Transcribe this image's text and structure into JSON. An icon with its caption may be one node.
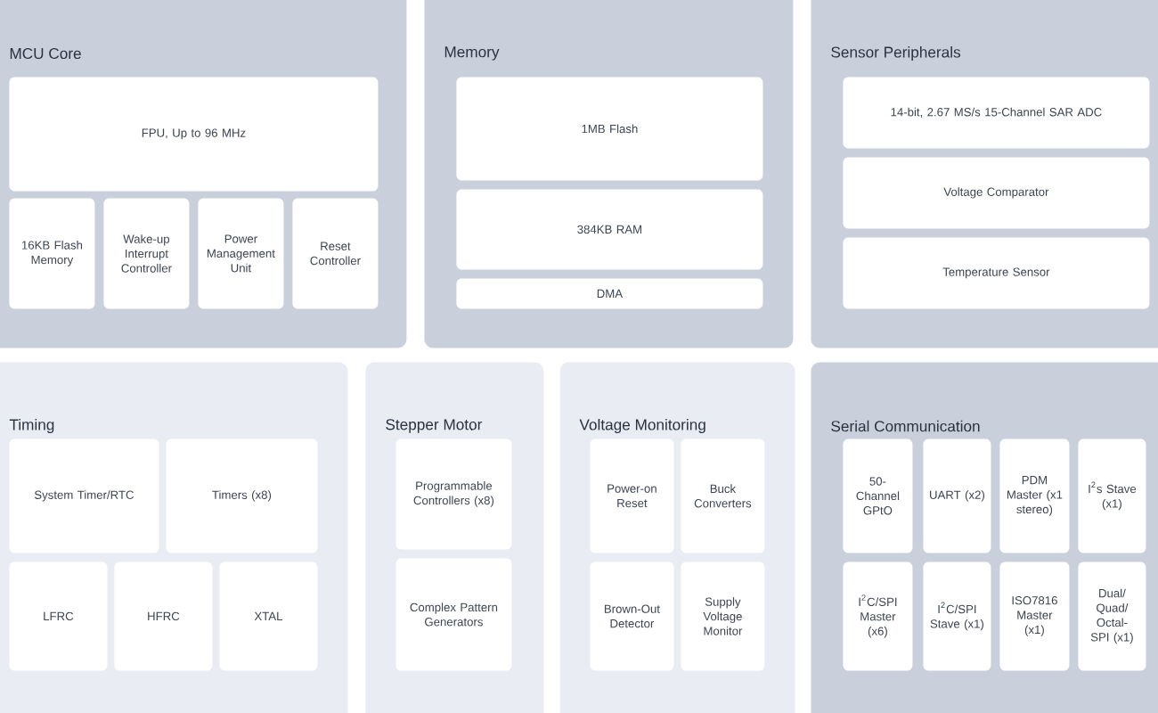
{
  "diagram": {
    "nodes": [
      {
        "text": [
          "MCU Core"
        ]
      },
      {
        "text": [
          "FPU, Up to 96 MHz"
        ],
        "in": 0
      },
      {
        "text": [
          "16KB Flash Memory"
        ],
        "in": 0
      },
      {
        "text": [
          "Wake-up Interrupt Controller"
        ],
        "in": 0
      },
      {
        "text": [
          "Power Management Unit"
        ],
        "in": 0
      },
      {
        "text": [
          "Reset Controller"
        ],
        "in": 0
      },
      {
        "text": [
          "Memory"
        ]
      },
      {
        "text": [
          "1MB Flash"
        ],
        "in": 6
      },
      {
        "text": [
          "384KB RAM"
        ],
        "in": 6
      },
      {
        "text": [
          "DMA"
        ],
        "in": 6
      },
      {
        "text": [
          "Sensor Peripherals"
        ]
      },
      {
        "text": [
          "14-bit, 2.67 MS/s 15-Channel SAR ADC"
        ],
        "in": 10
      },
      {
        "text": [
          "Voltage Comparator"
        ],
        "in": 10
      },
      {
        "text": [
          "Temperature Sensor"
        ],
        "in": 10
      },
      {
        "text": [
          "Timing"
        ]
      },
      {
        "text": [
          "System Timer/RTC"
        ],
        "in": 14
      },
      {
        "text": [
          "Timers (x8)"
        ],
        "in": 14
      },
      {
        "text": [
          "LFRC"
        ],
        "in": 14
      },
      {
        "text": [
          "HFRC"
        ],
        "in": 14
      },
      {
        "text": [
          "XTAL"
        ],
        "in": 14
      },
      {
        "text": [
          "Stepper Motor"
        ]
      },
      {
        "text": [
          "Programmable Controllers (x8)"
        ],
        "in": 20
      },
      {
        "text": [
          "Complex Pattern Generators"
        ],
        "in": 20
      },
      {
        "text": [
          "Voltage Monitoring"
        ]
      },
      {
        "text": [
          "Power-on Reset"
        ],
        "in": 23
      },
      {
        "text": [
          "Buck Converters"
        ],
        "in": 23
      },
      {
        "text": [
          "Brown-Out Detector"
        ],
        "in": 23
      },
      {
        "text": [
          "Supply Voltage Monitor"
        ],
        "in": 23
      },
      {
        "text": [
          "Serial Communication"
        ]
      },
      {
        "text": [
          "50- Channel GPtO"
        ],
        "in": 28
      },
      {
        "text": [
          "UART (x2)"
        ],
        "in": 28
      },
      {
        "text": [
          "PDM Master (x1 stereo)"
        ],
        "in": 28
      },
      {
        "text": [
          "I$^{2}$s Stave (x1)"
        ],
        "in": 28
      },
      {
        "text": [
          "I$^{2}$C/SPI Master (x6)"
        ],
        "in": 28
      },
      {
        "text": [
          "I$^{2}$C/SPI Stave (x1)"
        ],
        "in": 28
      },
      {
        "text": [
          "ISO7816 Master (x1)"
        ],
        "in": 28
      },
      {
        "text": [
          "Dual/ Quad/ Octal- SPI (x1)"
        ],
        "in": 28
      }
    ],
    "edges": []
  }
}
